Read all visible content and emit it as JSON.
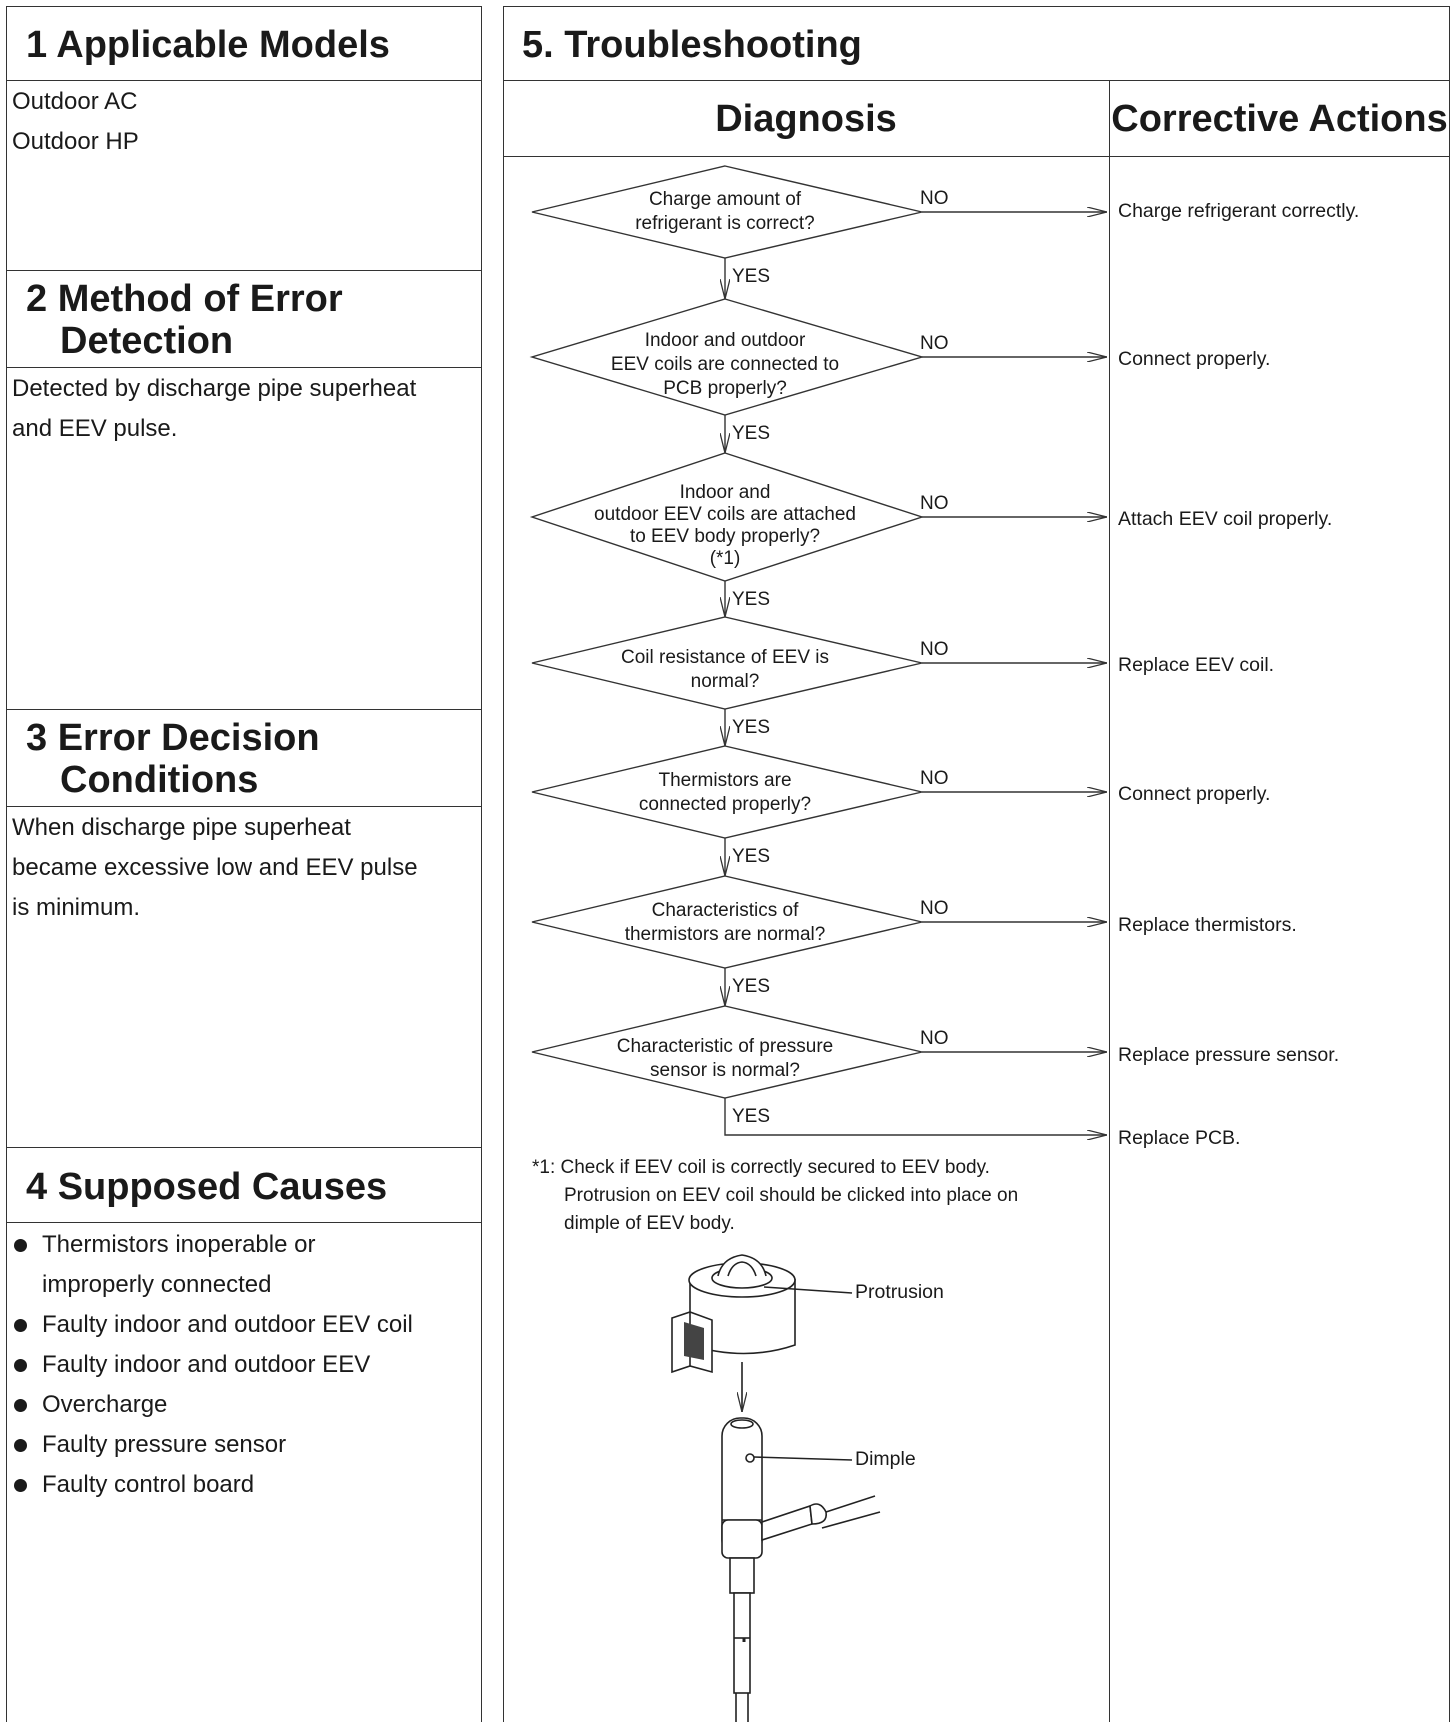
{
  "sections": {
    "applicable_models": {
      "title": "1 Applicable Models",
      "lines": [
        "Outdoor AC",
        "Outdoor HP"
      ]
    },
    "method": {
      "title_line1": "2 Method of Error",
      "title_line2": "Detection",
      "lines": [
        "Detected by discharge pipe superheat",
        "and EEV pulse."
      ]
    },
    "conditions": {
      "title_line1": "3 Error Decision",
      "title_line2": "Conditions",
      "lines": [
        "When discharge pipe superheat",
        "became excessive low and EEV pulse",
        "is minimum."
      ]
    },
    "causes": {
      "title": "4 Supposed Causes",
      "items": [
        "Thermistors inoperable or",
        "improperly connected",
        "Faulty indoor and outdoor EEV coil",
        "Faulty indoor and outdoor EEV",
        "Overcharge",
        "Faulty pressure sensor",
        "Faulty control board"
      ]
    }
  },
  "troubleshooting": {
    "title": "5. Troubleshooting",
    "diagnosis_header": "Diagnosis",
    "actions_header": "Corrective Actions",
    "yes_label": "YES",
    "no_label": "NO",
    "steps": [
      {
        "question": [
          "Charge amount of",
          "refrigerant is correct?"
        ],
        "action": "Charge refrigerant correctly."
      },
      {
        "question": [
          "Indoor and outdoor",
          "EEV coils are connected to",
          "PCB properly?"
        ],
        "action": "Connect properly."
      },
      {
        "question": [
          "Indoor and",
          "outdoor EEV coils are attached",
          "to EEV body properly?",
          "(*1)"
        ],
        "action": "Attach EEV coil properly."
      },
      {
        "question": [
          "Coil resistance of EEV is",
          "normal?"
        ],
        "action": "Replace EEV coil."
      },
      {
        "question": [
          "Thermistors are",
          "connected properly?"
        ],
        "action": "Connect properly."
      },
      {
        "question": [
          "Characteristics of",
          "thermistors are normal?"
        ],
        "action": "Replace thermistors."
      },
      {
        "question": [
          "Characteristic of pressure",
          "sensor is normal?"
        ],
        "action": "Replace pressure sensor."
      }
    ],
    "final_action": "Replace PCB.",
    "note_lines": [
      "*1: Check if EEV coil is correctly secured to EEV body.",
      "    Protrusion on EEV coil should be clicked into place on",
      "    dimple of EEV body."
    ],
    "illustration": {
      "protrusion_label": "Protrusion",
      "dimple_label": "Dimple"
    }
  }
}
